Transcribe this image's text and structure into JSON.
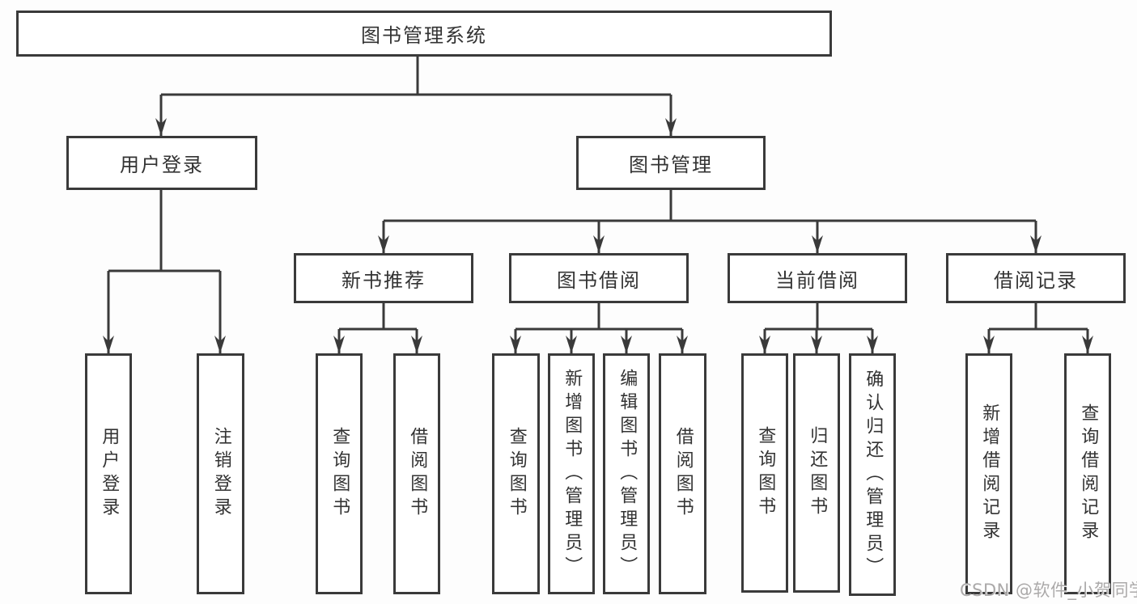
{
  "tree": {
    "root": {
      "label": "图书管理系统",
      "children": [
        {
          "label": "用户登录",
          "children": [
            {
              "label": "用户登录"
            },
            {
              "label": "注销登录"
            }
          ]
        },
        {
          "label": "图书管理",
          "children": [
            {
              "label": "新书推荐",
              "children": [
                {
                  "label": "查询图书"
                },
                {
                  "label": "借阅图书"
                }
              ]
            },
            {
              "label": "图书借阅",
              "children": [
                {
                  "label": "查询图书"
                },
                {
                  "label": "新增图书（管理员）"
                },
                {
                  "label": "编辑图书（管理员）"
                },
                {
                  "label": "借阅图书"
                }
              ]
            },
            {
              "label": "当前借阅",
              "children": [
                {
                  "label": "查询图书"
                },
                {
                  "label": "归还图书"
                },
                {
                  "label": "确认归还（管理员）"
                }
              ]
            },
            {
              "label": "借阅记录",
              "children": [
                {
                  "label": "新增借阅记录"
                },
                {
                  "label": "查询借阅记录"
                }
              ]
            }
          ]
        }
      ]
    }
  },
  "watermark": {
    "text": "CSDN @软件_小贺同学"
  },
  "colors": {
    "line": "#3a3a3a",
    "text": "#333333",
    "box_bg": "#ffffff",
    "watermark": "#aba9a9"
  }
}
